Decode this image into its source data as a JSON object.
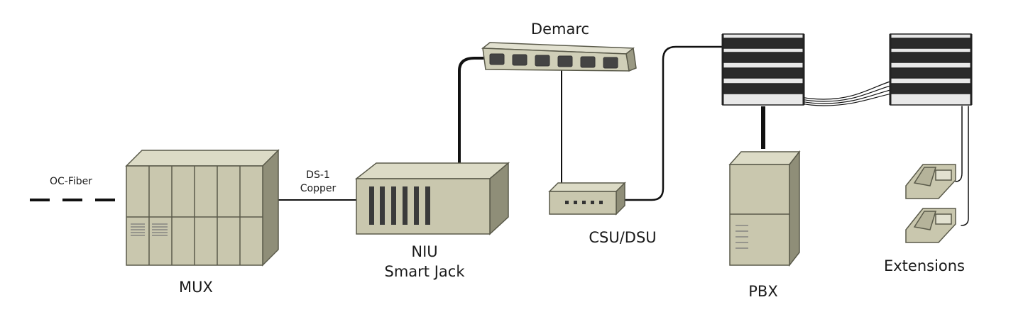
{
  "labels": {
    "oc_fiber": "OC-Fiber",
    "ds1_line1": "DS-1",
    "ds1_line2": "Copper",
    "demarc": "Demarc",
    "csu_dsu": "CSU/DSU",
    "niu_line1": "NIU",
    "niu_line2": "Smart Jack",
    "mux": "MUX",
    "pbx": "PBX",
    "extensions": "Extensions"
  },
  "colors": {
    "equipment_face": "#c9c7ae",
    "equipment_side": "#8f8e78",
    "equipment_top": "#dcdbc6",
    "outline": "#5a5a4a",
    "cable": "#111111"
  }
}
